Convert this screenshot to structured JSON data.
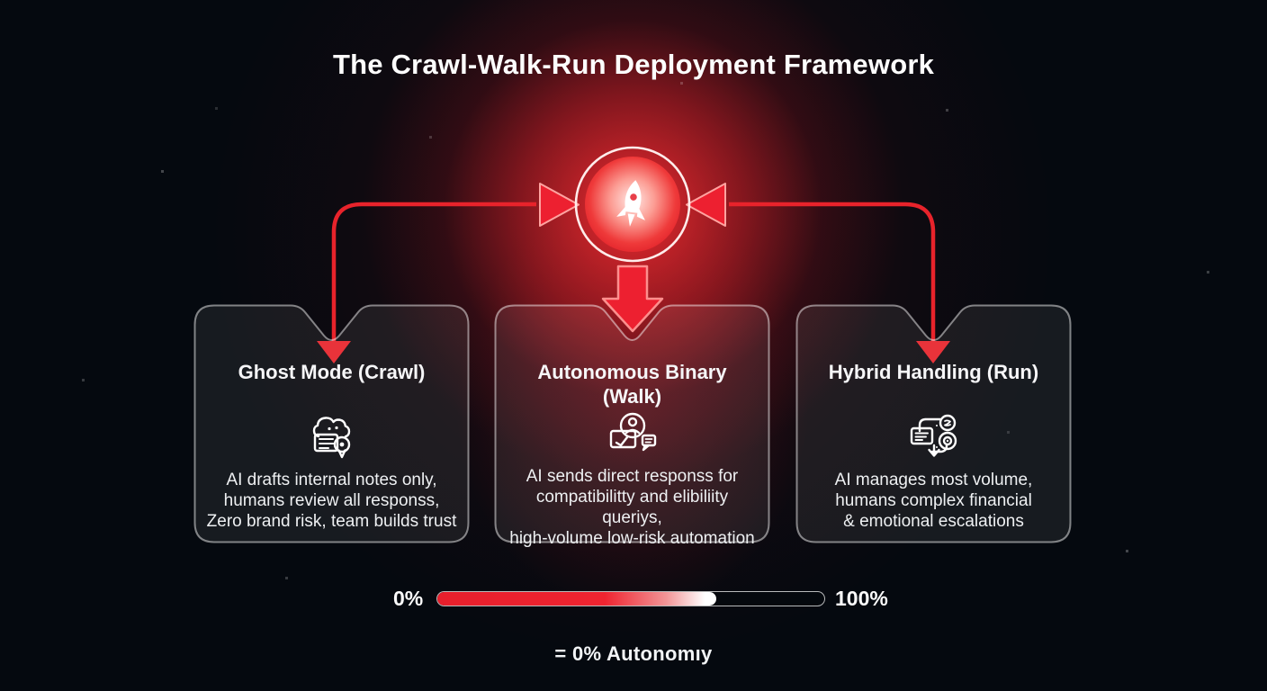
{
  "title": "The Crawl-Walk-Run Deployment Framework",
  "center": {
    "icon": "rocket-icon"
  },
  "cards": [
    {
      "title": "Ghost Mode (Crawl)",
      "title2": "",
      "icon": "ghost-draft-icon",
      "body": [
        "AI drafts internal notes only,",
        "humans review all responss,",
        "Zero brand risk, team builds trust"
      ]
    },
    {
      "title": "Autonomous Binary",
      "title2": "(Walk)",
      "icon": "autonomous-reply-icon",
      "body": [
        "AI sends direct responss for",
        "compatibilitty and elibiliity queriys,",
        "high-volume low-risk automation"
      ]
    },
    {
      "title": "Hybrid Handling (Run)",
      "title2": "",
      "icon": "hybrid-routing-icon",
      "body": [
        "AI manages most volume,",
        "humans complex financial",
        "& emotional escalations"
      ]
    }
  ],
  "progress": {
    "left_label": "0%",
    "right_label": "100%",
    "fill_percent": 72
  },
  "caption": "= 0% Autonomıy",
  "colors": {
    "accent_red": "#e8232b",
    "background": "#05090f",
    "card_border": "rgba(255,255,255,0.45)"
  }
}
